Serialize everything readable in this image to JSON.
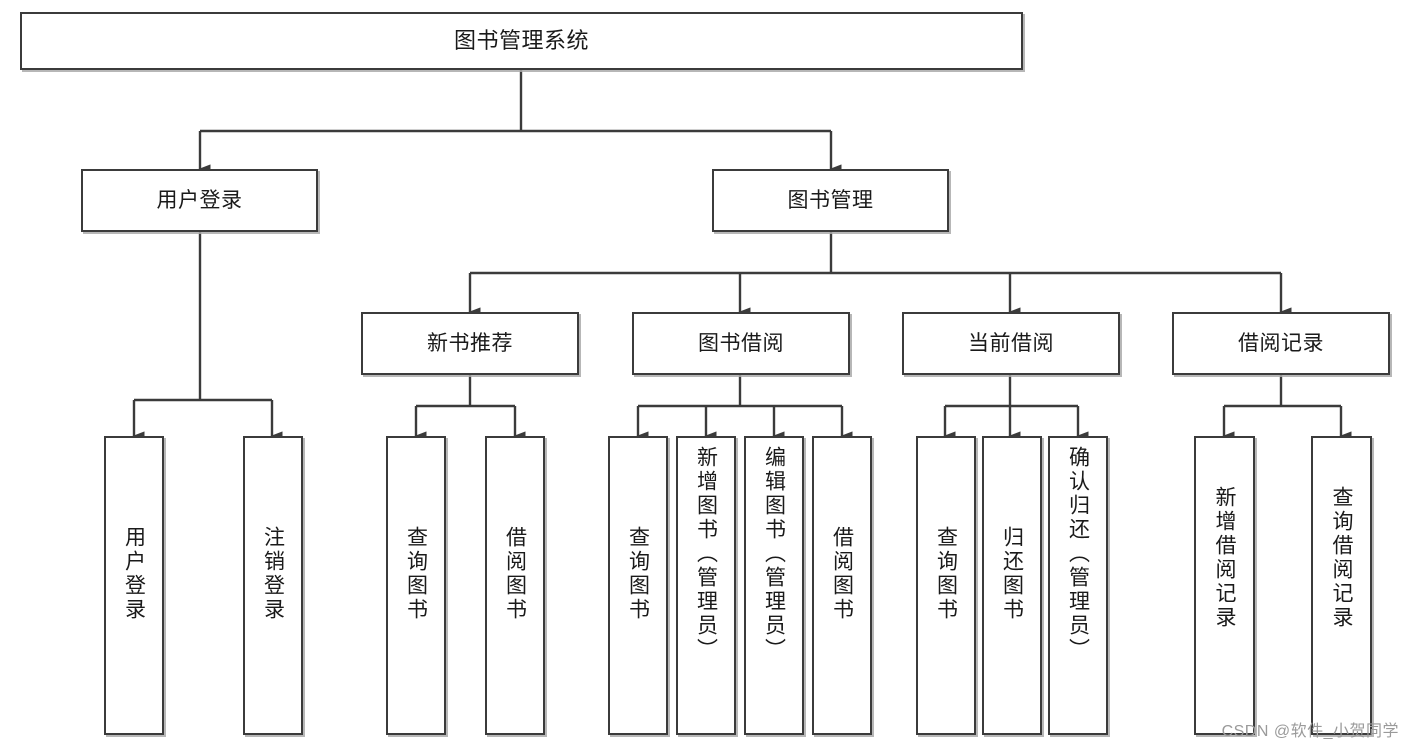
{
  "diagram": {
    "title": "图书管理系统",
    "type": "hierarchy-tree",
    "watermark": "CSDN @软件_小贺同学",
    "colors": {
      "border": "#3b3b3b",
      "fill": "#ffffff",
      "text": "#1a1a1a",
      "edge": "#3b3b3b",
      "watermark": "#9a9a9a"
    },
    "nodes": {
      "root": {
        "label": "图书管理系统"
      },
      "level2": [
        {
          "id": "user-login",
          "label": "用户登录"
        },
        {
          "id": "book-management",
          "label": "图书管理"
        }
      ],
      "level3": [
        {
          "id": "new-book-recommend",
          "label": "新书推荐"
        },
        {
          "id": "book-borrow",
          "label": "图书借阅"
        },
        {
          "id": "current-borrow",
          "label": "当前借阅"
        },
        {
          "id": "borrow-record",
          "label": "借阅记录"
        }
      ],
      "leaves_user_login": [
        {
          "id": "leaf-user-login",
          "label": "用户登录"
        },
        {
          "id": "leaf-logout",
          "label": "注销登录"
        }
      ],
      "leaves_new_book_recommend": [
        {
          "id": "leaf-query-book-1",
          "label": "查询图书"
        },
        {
          "id": "leaf-borrow-book-1",
          "label": "借阅图书"
        }
      ],
      "leaves_book_borrow": [
        {
          "id": "leaf-query-book-2",
          "label": "查询图书"
        },
        {
          "id": "leaf-add-book",
          "label": "新增图书（管理员）"
        },
        {
          "id": "leaf-edit-book",
          "label": "编辑图书（管理员）"
        },
        {
          "id": "leaf-borrow-book-2",
          "label": "借阅图书"
        }
      ],
      "leaves_current_borrow": [
        {
          "id": "leaf-query-book-3",
          "label": "查询图书"
        },
        {
          "id": "leaf-return-book",
          "label": "归还图书"
        },
        {
          "id": "leaf-confirm-return",
          "label": "确认归还（管理员）"
        }
      ],
      "leaves_borrow_record": [
        {
          "id": "leaf-add-record",
          "label": "新增借阅记录"
        },
        {
          "id": "leaf-query-record",
          "label": "查询借阅记录"
        }
      ]
    }
  }
}
